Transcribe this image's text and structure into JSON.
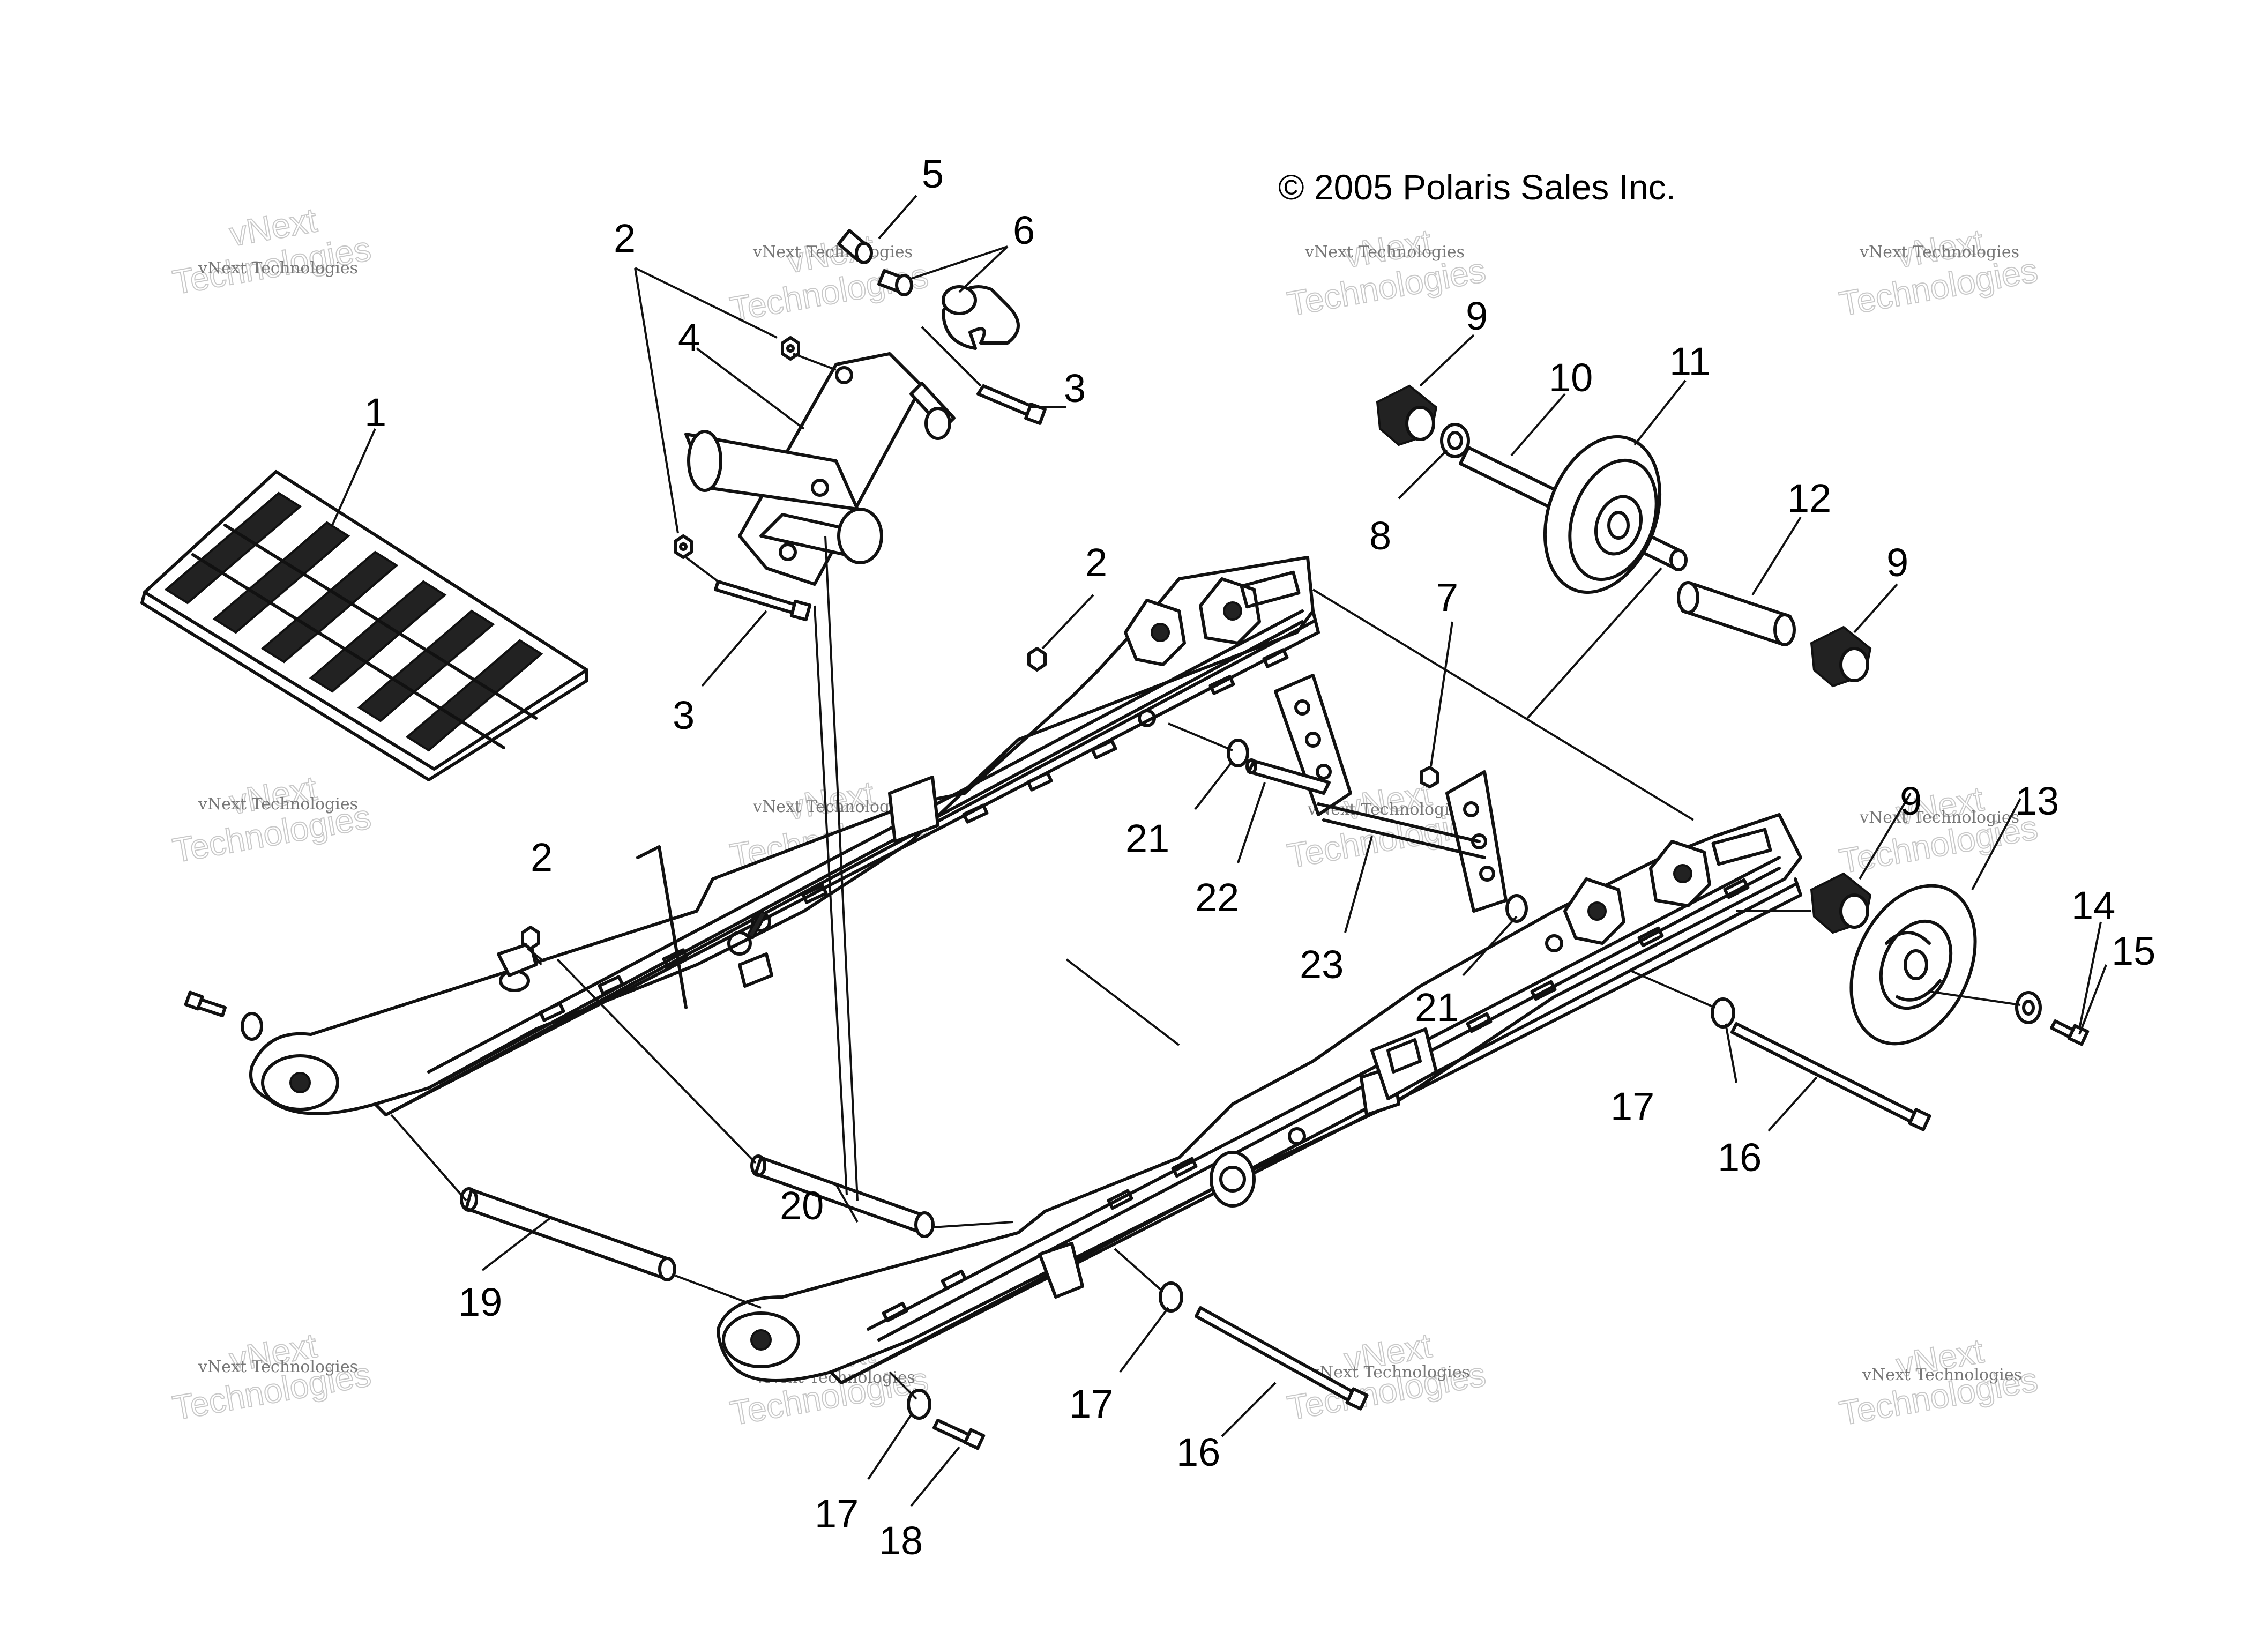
{
  "copyright": "© 2005 Polaris Sales Inc.",
  "watermark": {
    "line_small": "vNext Technologies",
    "line_big_1": "vNext",
    "line_big_2": "Technologies"
  },
  "callouts": {
    "c1": "1",
    "c2a": "2",
    "c2b": "2",
    "c2c": "2",
    "c3a": "3",
    "c3b": "3",
    "c4": "4",
    "c5": "5",
    "c6": "6",
    "c7": "7",
    "c8": "8",
    "c9a": "9",
    "c9b": "9",
    "c9c": "9",
    "c10": "10",
    "c11": "11",
    "c12": "12",
    "c13": "13",
    "c14": "14",
    "c15": "15",
    "c16a": "16",
    "c16b": "16",
    "c17a": "17",
    "c17b": "17",
    "c17c": "17",
    "c18": "18",
    "c19": "19",
    "c20": "20",
    "c21a": "21",
    "c21b": "21",
    "c22": "22",
    "c23": "23"
  },
  "colors": {
    "line": "#111111",
    "watermark": "#c8c8c8"
  }
}
